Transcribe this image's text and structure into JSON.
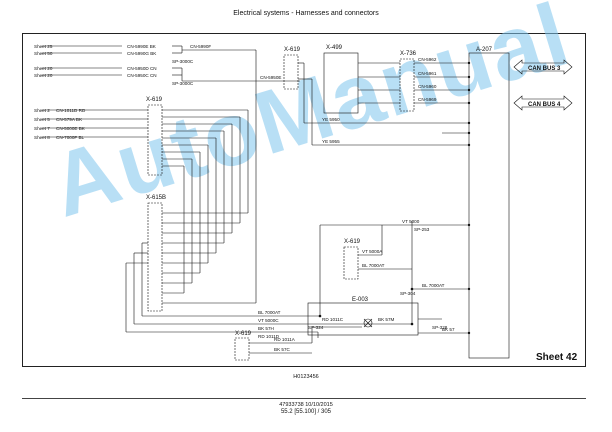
{
  "header": {
    "title": "Electrical systems - Harnesses and connectors"
  },
  "sheet_label": "Sheet 42",
  "footer": {
    "code": "H0123456",
    "doc_ref": "47933738 10/10/2015",
    "page_ref": "55.2 [55.100] / 305"
  },
  "watermark": "AutoManual",
  "connectors": {
    "x619_top": "X-619",
    "x499": "X-499",
    "x736": "X-736",
    "a207": "A-207",
    "x619_left": "X-619",
    "x615b": "X-615B",
    "x619_mid": "X-619",
    "x619_bot": "X-619",
    "e003": "E-003"
  },
  "can_bus_3": "CAN BUS 3",
  "can_bus_4": "CAN BUS 4",
  "splices": {
    "sp253": "SP-253",
    "sp304": "SP-304",
    "sp324": "SP-324",
    "sp328": "SP-328"
  },
  "sheet_refs": {
    "r1": "Sheet 25",
    "r2": "Sheet 50",
    "r3": "Sheet 20",
    "r4": "Sheet 20",
    "r5": "Sheet 2",
    "r6": "Sheet 5",
    "r7": "Sheet 7",
    "r8": "Sheet 8"
  },
  "wires": {
    "cn5990e_bk": "CN-5990E BK",
    "cn5990g_bk": "CN-5990G BK",
    "cn5990f": "CN-5990F",
    "cn5950d_cn": "CN-5950D CN",
    "cn5950c_cn": "CN-5950C CN",
    "cn5950e": "CN-5950E",
    "sp1": "SP-3000C",
    "sp2": "SP-3000C",
    "cn5962": "CN-5962",
    "cn5961": "CN-5961",
    "cn5960": "CN-5960",
    "cn5969": "CN-5969",
    "ye5950": "YE 5950",
    "ye5955": "YE 5955",
    "rd1011": "CN-1011D RD",
    "bk579a": "CN-579A BK",
    "cn5000e": "CN-5000E BK",
    "bl7000f": "CN-7000F BL",
    "vt5000": "VT 5000",
    "vt5000a": "VT 5000A",
    "bl7000at": "BL 7000AT",
    "bl7000at2": "BL 7000AT",
    "bl7000at3": "BL 7000AT",
    "vt5000c": "VT 5000C",
    "bk57h": "BK 57H",
    "rd1011b": "RD 1011D",
    "rd1011c": "RD 1011C",
    "bk57": "BK 57",
    "bk57m": "BK 57M",
    "rd1011a": "RD 1011A",
    "bk570": "BK 57C"
  }
}
